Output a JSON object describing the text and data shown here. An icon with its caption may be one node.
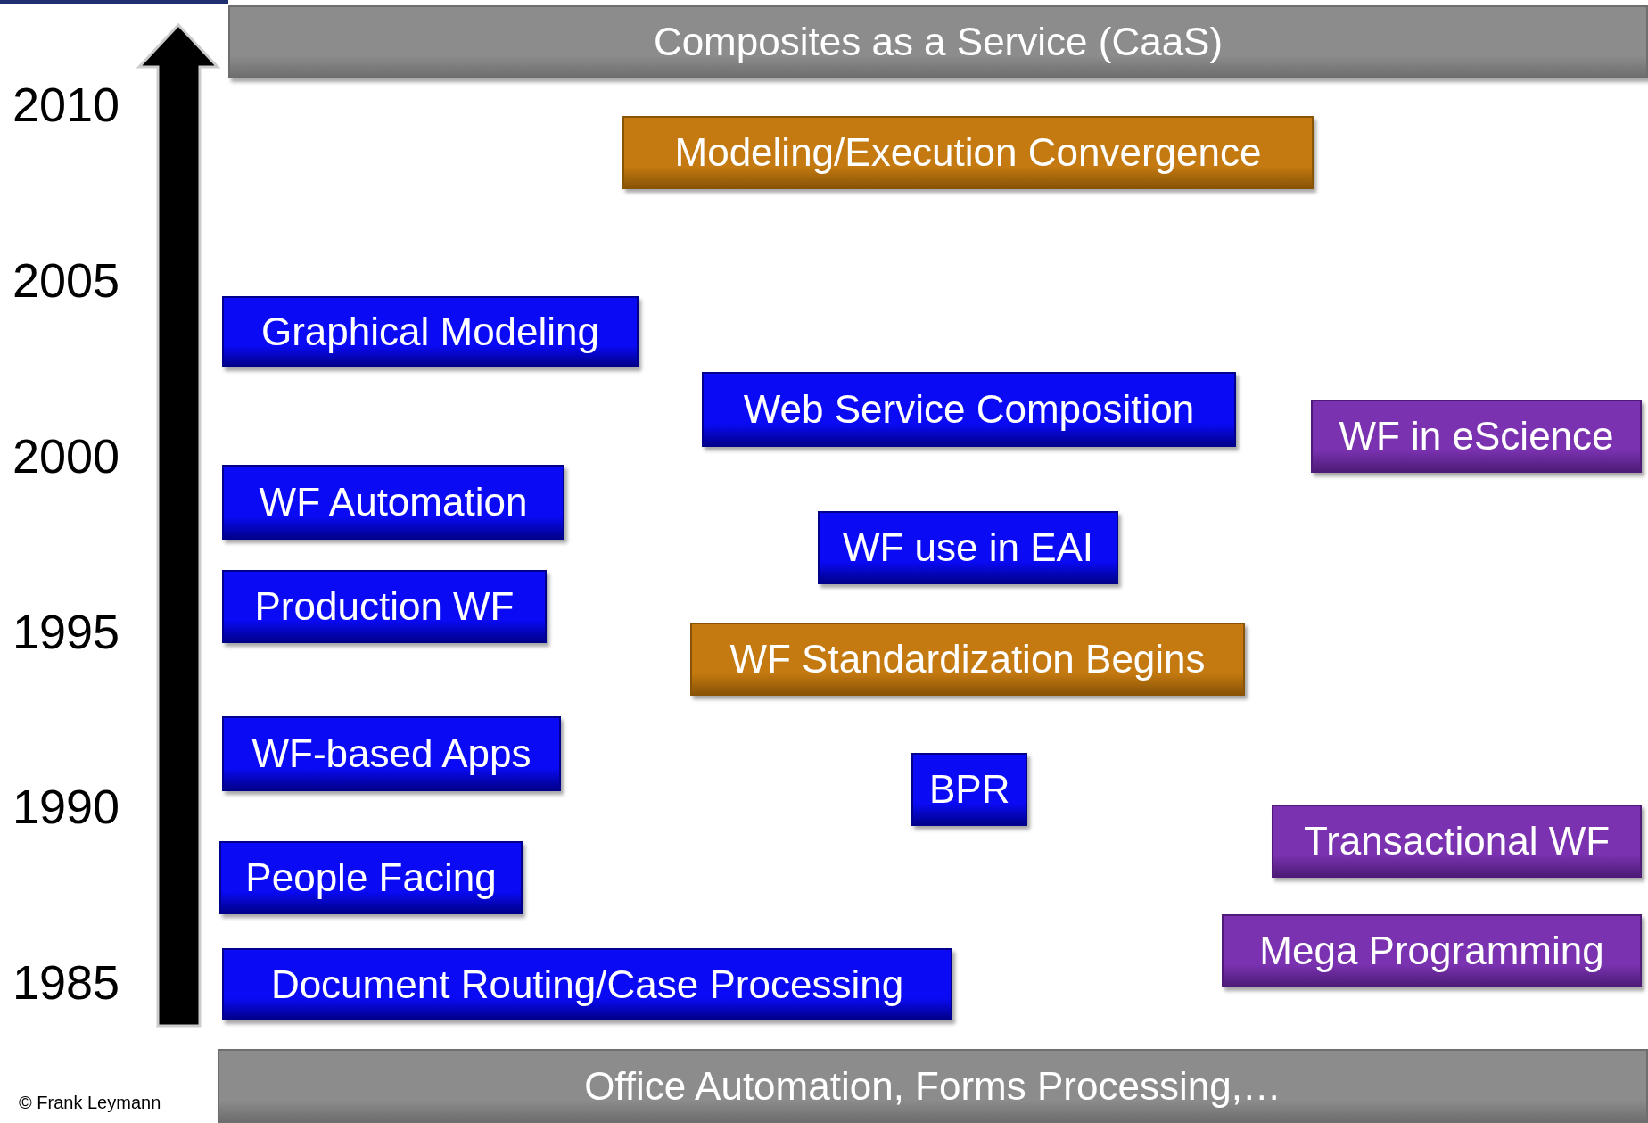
{
  "diagram": {
    "nodes": [
      {
        "text": [
          "Composites as a Service (CaaS)"
        ]
      },
      {
        "text": [
          "Modeling/Execution Convergence"
        ]
      },
      {
        "text": [
          "Graphical Modeling"
        ]
      },
      {
        "text": [
          "Web Service Composition"
        ]
      },
      {
        "text": [
          "WF in eScience"
        ]
      },
      {
        "text": [
          "WF Automation"
        ]
      },
      {
        "text": [
          "WF use in EAI"
        ]
      },
      {
        "text": [
          "Production WF"
        ]
      },
      {
        "text": [
          "WF Standardization Begins"
        ]
      },
      {
        "text": [
          "WF-based Apps"
        ]
      },
      {
        "text": [
          "BPR"
        ]
      },
      {
        "text": [
          "Transactional WF"
        ]
      },
      {
        "text": [
          "People Facing"
        ]
      },
      {
        "text": [
          "Mega Programming"
        ]
      },
      {
        "text": [
          "Document Routing/Case Processing"
        ]
      },
      {
        "text": [
          "Office Automation, Forms Processing,…"
        ]
      }
    ],
    "labels": [
      "2010",
      "2005",
      "2000",
      "1995",
      "1990",
      "1985",
      "© Frank Leymann"
    ]
  }
}
